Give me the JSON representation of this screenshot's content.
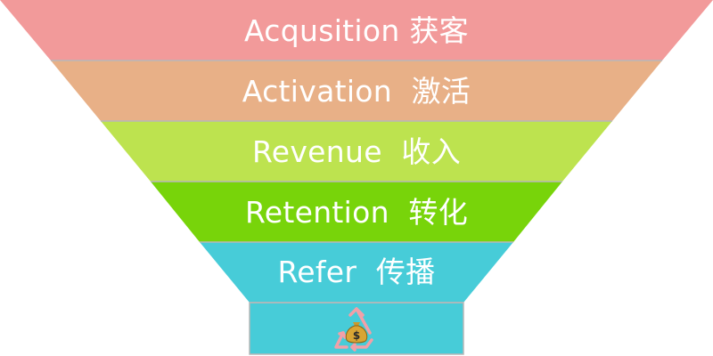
{
  "funnel": {
    "stages": [
      {
        "label": "Acqusition 获客",
        "color": "#f29a9a"
      },
      {
        "label": "Activation  激活",
        "color": "#e8b087"
      },
      {
        "label": "Revenue  收入",
        "color": "#bde34f"
      },
      {
        "label": "Retention  转化",
        "color": "#78d40a"
      },
      {
        "label": "Refer  传播",
        "color": "#47ccd8"
      }
    ],
    "base": {
      "color": "#47ccd8",
      "icon": "money-bag-recycle-icon",
      "recycle_color": "#f2a0a8",
      "bag_color": "#c99a2e"
    },
    "border_color": "#b8b8b8"
  }
}
